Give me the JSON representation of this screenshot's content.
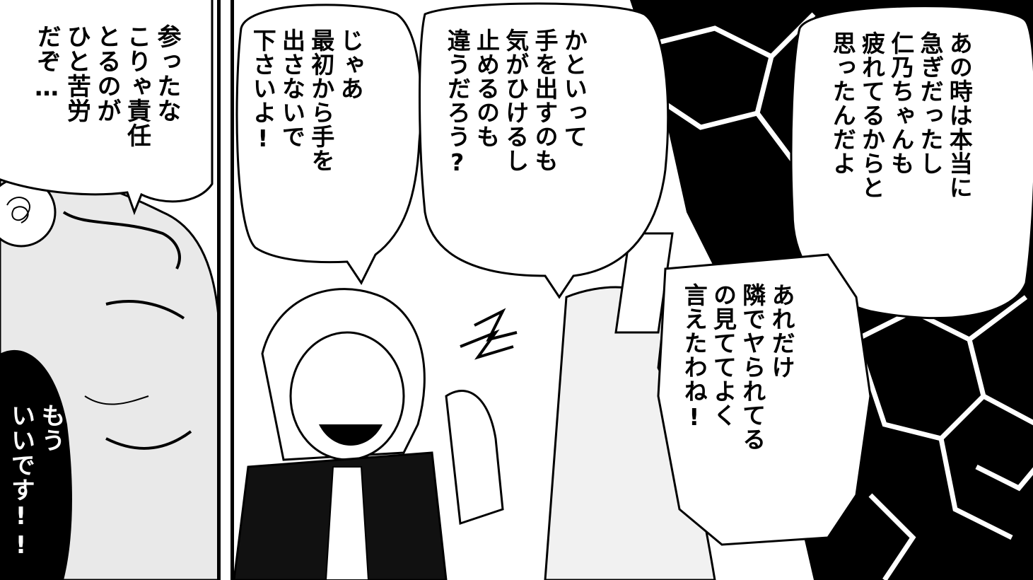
{
  "panels": {
    "left": {
      "bubble_top": "参ったな\nこりゃ責任\nとるのが\nひと苦労\nだぞ…",
      "bubble_bottom": "もう\nいいです!!"
    },
    "right": {
      "bubble_girl": "じゃあ\n最初から手を\n出さないで\n下さいよ!",
      "bubble_middle": "かといって\n手を出すのも\n気がひけるし\n止めるのも\n違うだろう?",
      "bubble_top_right": "あの時は本当に\n急ぎだったし\n仁乃ちゃんも\n疲れてるからと\n思ったんだよ",
      "bubble_bottom_right": "あれだけ\n隣でヤられてる\nの見ててよく\n言えたわね!"
    }
  }
}
